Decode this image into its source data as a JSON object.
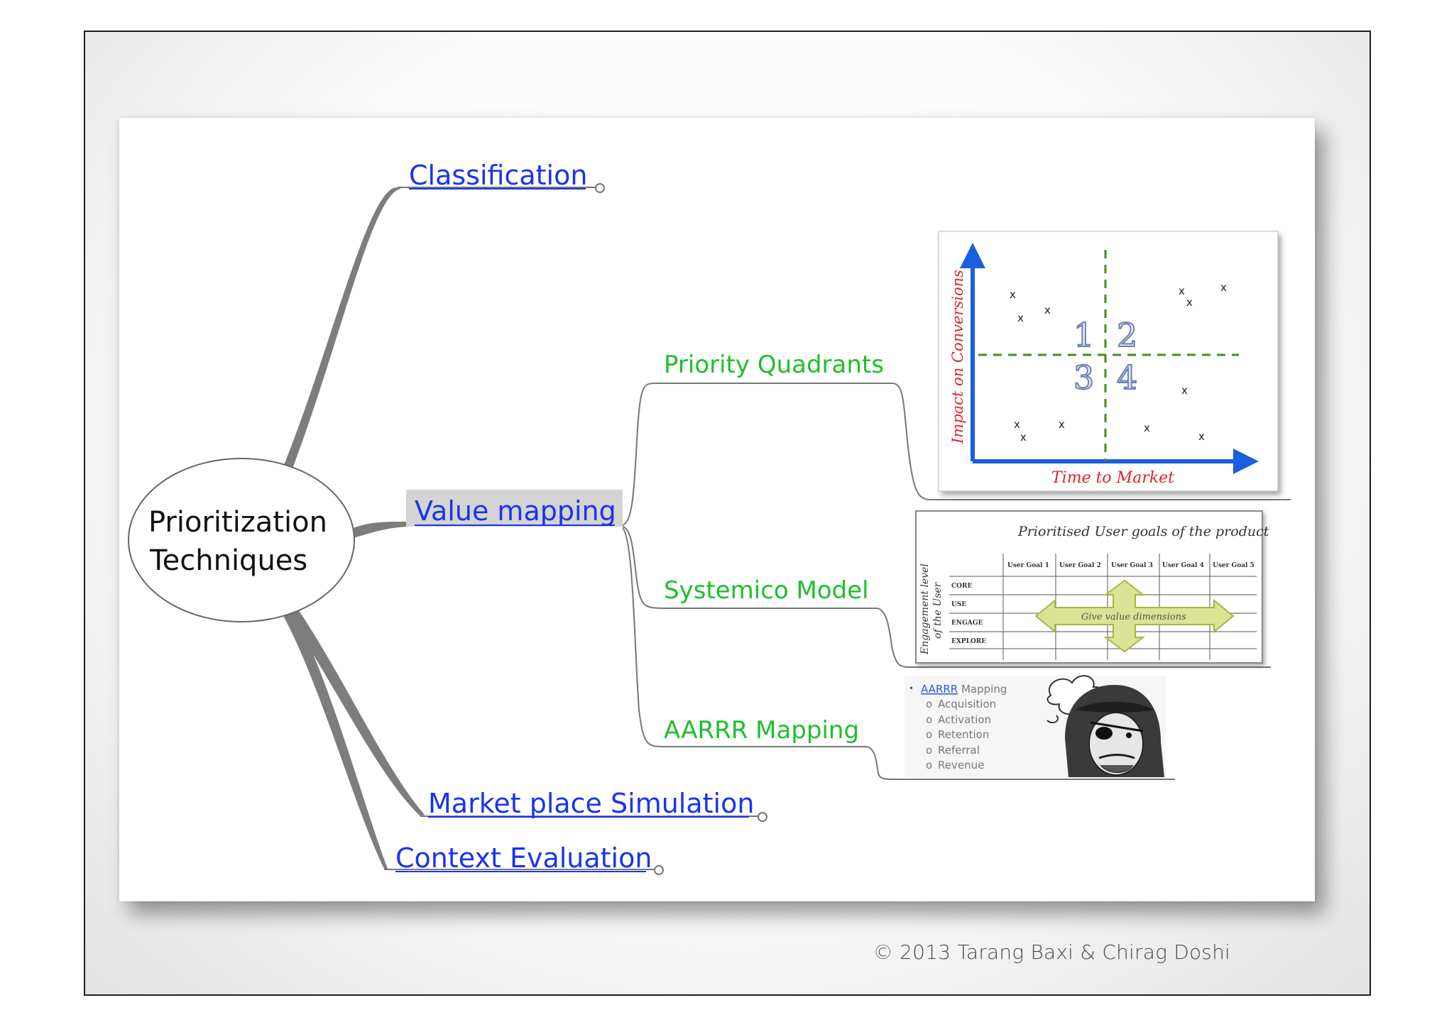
{
  "center": {
    "line1": "Prioritization",
    "line2": "Techniques"
  },
  "branches": {
    "classification": "Classification",
    "value_mapping": "Value mapping",
    "market_place": "Market place Simulation",
    "context": "Context Evaluation"
  },
  "sub_branches": {
    "priority_quadrants": "Priority Quadrants",
    "systemico": "Systemico Model",
    "aarrr": "AARRR Mapping"
  },
  "quadrant_chart": {
    "y_label": "Impact on Conversions",
    "x_label": "Time to Market",
    "q1": "1",
    "q2": "2",
    "q3": "3",
    "q4": "4",
    "mark": "x"
  },
  "systemico_chart": {
    "title": "Prioritised User goals of the product",
    "side_label_1": "Engagement level",
    "side_label_2": "of the User",
    "columns": [
      "User Goal 1",
      "User Goal 2",
      "User Goal 3",
      "User Goal 4",
      "User Goal 5"
    ],
    "rows": [
      "CORE",
      "USE",
      "ENGAGE",
      "EXPLORE"
    ],
    "arrow_label": "Give value dimensions"
  },
  "aarrr_card": {
    "heading_link": "AARRR",
    "heading_rest": " Mapping",
    "items": [
      "Acquisition",
      "Activation",
      "Retention",
      "Referral",
      "Revenue"
    ]
  },
  "footer": {
    "copyright": "© 2013 Tarang Baxi & Chirag Doshi"
  },
  "colors": {
    "link": "#1a33ee",
    "green": "#1fbf2a",
    "axis_blue": "#1a5fe0",
    "label_red": "#d8262f"
  }
}
